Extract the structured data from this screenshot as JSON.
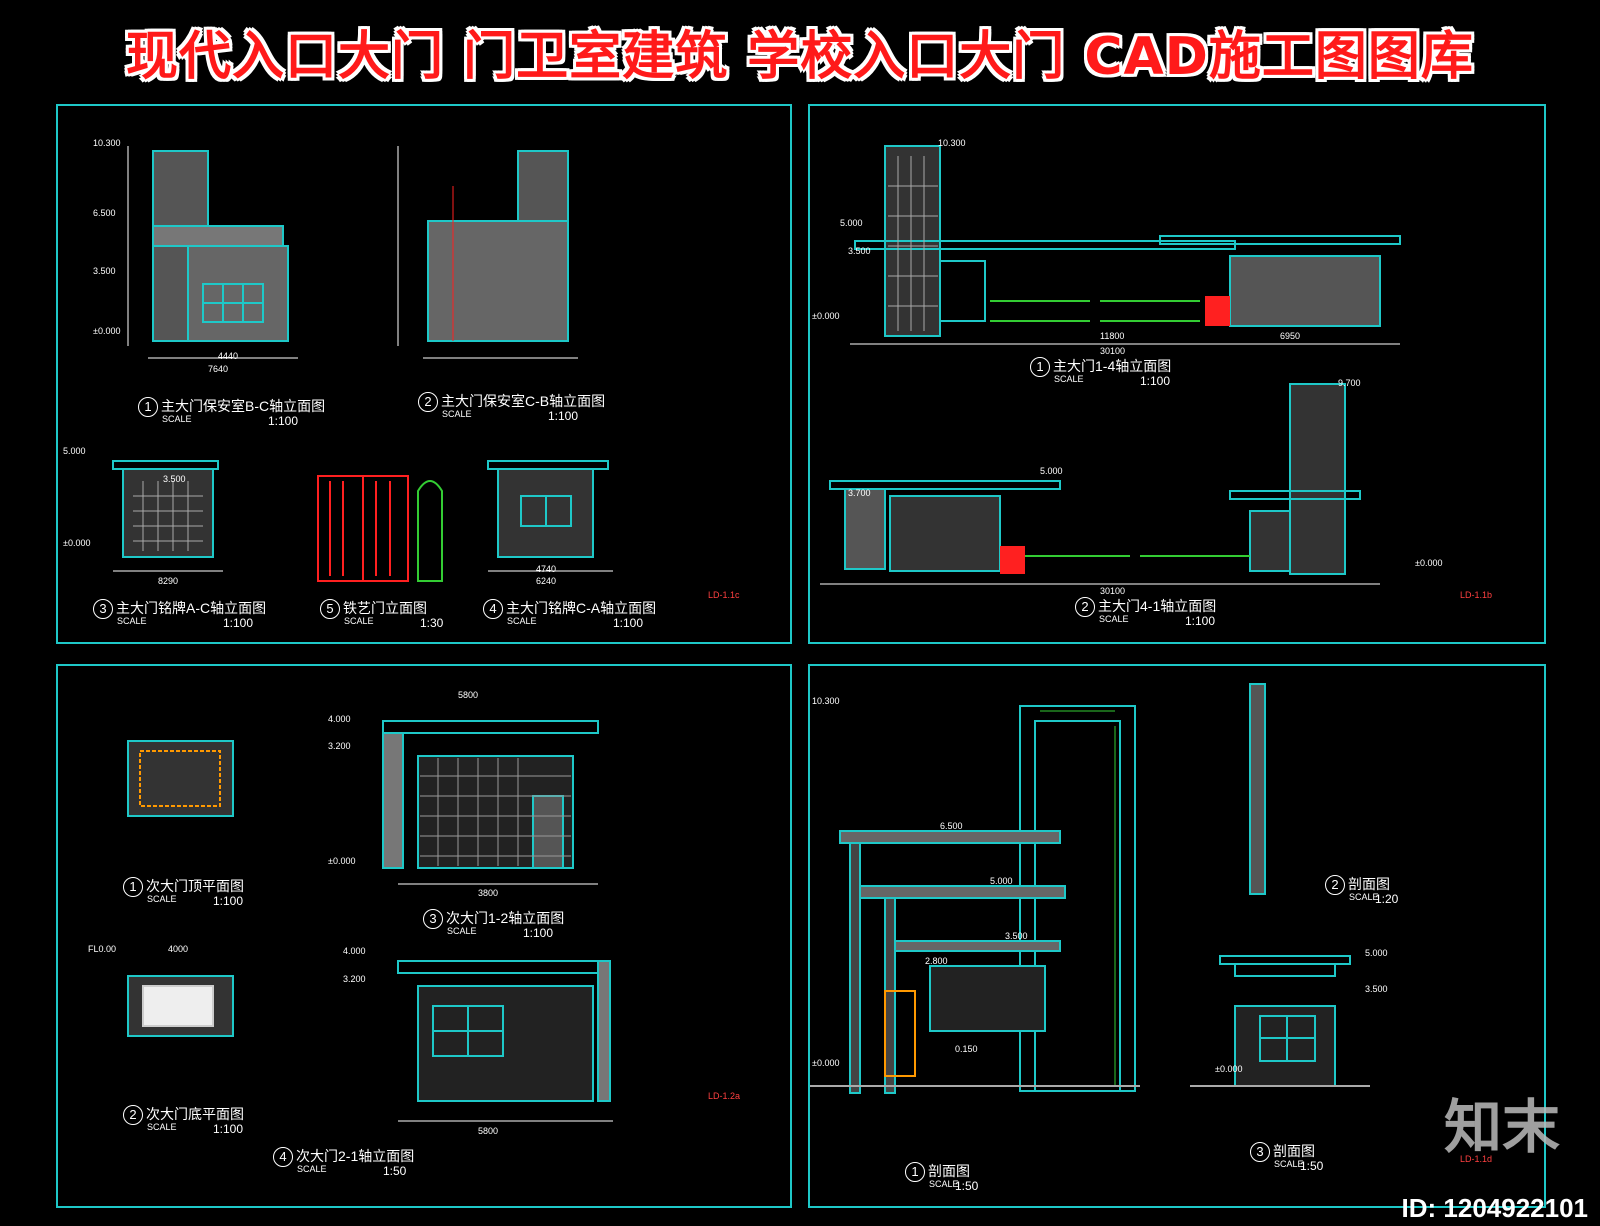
{
  "title": "现代入口大门 门卫室建筑 学校入口大门 CAD施工图图库",
  "watermark": "知末",
  "id_label": "ID: 1204922101",
  "colors": {
    "frame": "#1ec8c8",
    "title_red": "#ff1a1a",
    "gate_red": "#ff2020",
    "hatch": "#888888",
    "green": "#33cc33"
  },
  "panel1": {
    "captions": [
      {
        "num": "1",
        "text": "主大门保安室B-C轴立面图",
        "scale": "SCALE",
        "ratio": "1:100"
      },
      {
        "num": "2",
        "text": "主大门保安室C-B轴立面图",
        "scale": "SCALE",
        "ratio": "1:100"
      },
      {
        "num": "3",
        "text": "主大门铭牌A-C轴立面图",
        "scale": "SCALE",
        "ratio": "1:100"
      },
      {
        "num": "5",
        "text": "铁艺门立面图",
        "scale": "SCALE",
        "ratio": "1:30"
      },
      {
        "num": "4",
        "text": "主大门铭牌C-A轴立面图",
        "scale": "SCALE",
        "ratio": "1:100"
      }
    ],
    "sheet_no": "LD-1.1c",
    "dims": [
      "10.300",
      "6.500",
      "3.500",
      "±0.000",
      "7640",
      "4440",
      "5.000",
      "3.500",
      "±0.000",
      "8290",
      "6240",
      "4740"
    ]
  },
  "panel2": {
    "captions": [
      {
        "num": "1",
        "text": "主大门1-4轴立面图",
        "scale": "SCALE",
        "ratio": "1:100"
      },
      {
        "num": "2",
        "text": "主大门4-1轴立面图",
        "scale": "SCALE",
        "ratio": "1:100"
      }
    ],
    "sheet_no": "LD-1.1b",
    "dims": [
      "10.300",
      "5.000",
      "3.500",
      "±0.000",
      "30100",
      "11800",
      "6950",
      "9.700",
      "5.000",
      "3.700",
      "±0.000",
      "30100"
    ]
  },
  "panel3": {
    "captions": [
      {
        "num": "1",
        "text": "次大门顶平面图",
        "scale": "SCALE",
        "ratio": "1:100"
      },
      {
        "num": "3",
        "text": "次大门1-2轴立面图",
        "scale": "SCALE",
        "ratio": "1:100"
      },
      {
        "num": "2",
        "text": "次大门底平面图",
        "scale": "SCALE",
        "ratio": "1:100"
      },
      {
        "num": "4",
        "text": "次大门2-1轴立面图",
        "scale": "SCALE",
        "ratio": "1:50"
      }
    ],
    "sheet_no": "LD-1.2a",
    "dims": [
      "5800",
      "3800",
      "4.000",
      "3.200",
      "±0.000",
      "5800",
      "4000",
      "FL0.00",
      "4.000",
      "3.200"
    ]
  },
  "panel4": {
    "captions": [
      {
        "num": "1",
        "text": "剖面图",
        "scale": "SCALE",
        "ratio": "1:50"
      },
      {
        "num": "2",
        "text": "剖面图",
        "scale": "SCALE",
        "ratio": "1:20"
      },
      {
        "num": "3",
        "text": "剖面图",
        "scale": "SCALE",
        "ratio": "1:50"
      }
    ],
    "sheet_no": "LD-1.1d",
    "dims": [
      "10.300",
      "6.500",
      "5.000",
      "3.500",
      "2.800",
      "0.150",
      "±0.000",
      "5.000",
      "3.500",
      "±0.000"
    ]
  }
}
